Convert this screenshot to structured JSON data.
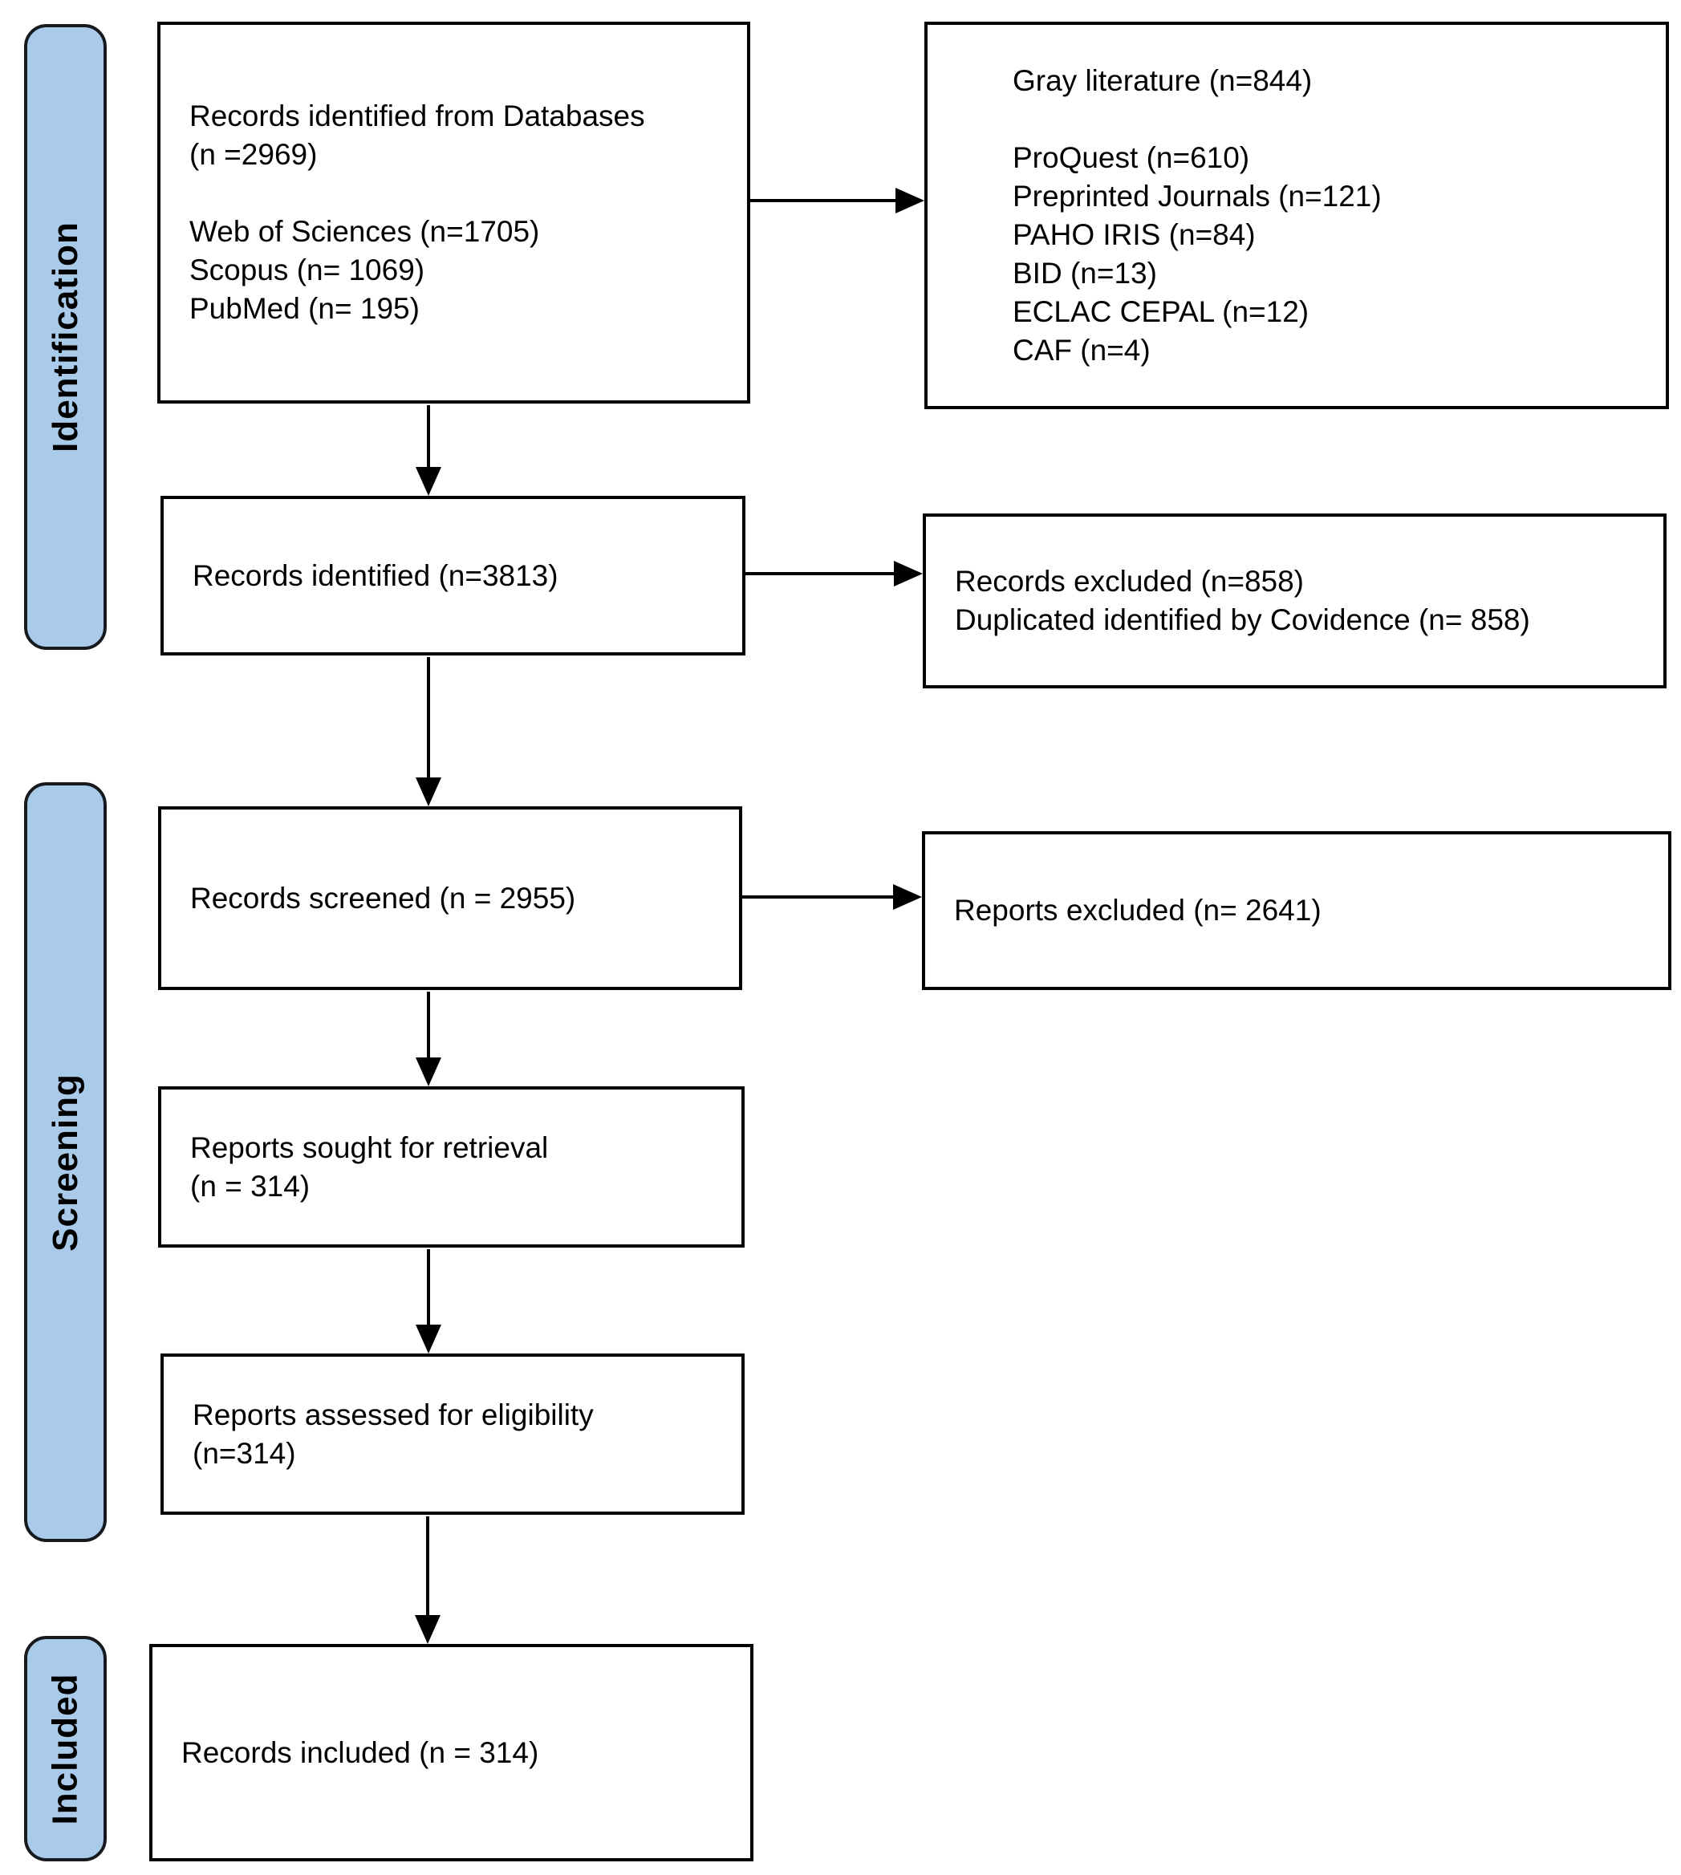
{
  "stages": [
    {
      "label": "Identification"
    },
    {
      "label": "Screening"
    },
    {
      "label": "Included"
    }
  ],
  "boxes": {
    "database_records": {
      "lines": [
        "Records identified from Databases",
        "(n =2969)",
        "Web of Sciences (n=1705)",
        "Scopus (n= 1069)",
        "PubMed (n= 195)"
      ]
    },
    "gray_literature": {
      "lines": [
        "Gray literature (n=844)",
        "ProQuest (n=610)",
        "Preprinted Journals (n=121)",
        "PAHO IRIS (n=84)",
        "BID (n=13)",
        "ECLAC CEPAL (n=12)",
        "CAF (n=4)"
      ]
    },
    "records_identified": {
      "lines": [
        "Records identified (n=3813)"
      ]
    },
    "records_excluded": {
      "lines": [
        "Records excluded (n=858)",
        "Duplicated identified by Covidence (n= 858)"
      ]
    },
    "records_screened": {
      "lines": [
        "Records screened (n = 2955)"
      ]
    },
    "reports_excluded": {
      "lines": [
        "Reports excluded (n= 2641)"
      ]
    },
    "reports_sought": {
      "lines": [
        "Reports sought for retrieval",
        "(n = 314)"
      ]
    },
    "reports_assessed": {
      "lines": [
        "Reports assessed for eligibility",
        "(n=314)"
      ]
    },
    "records_included": {
      "lines": [
        "Records included (n = 314)"
      ]
    }
  },
  "colors": {
    "stage_fill": "#A9CBE9",
    "stage_border": "#16191d",
    "box_border": "#000000",
    "arrow": "#000000",
    "text": "#000000",
    "background": "#FFFFFF"
  }
}
